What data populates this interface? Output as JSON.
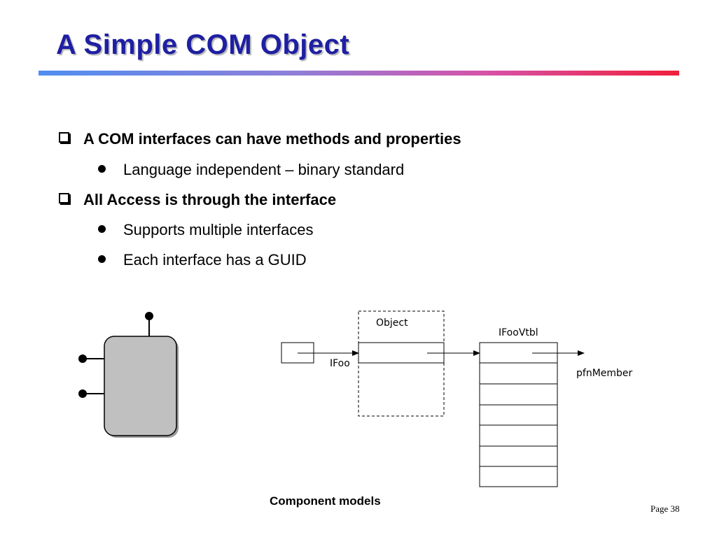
{
  "slide": {
    "title": "A Simple COM Object",
    "bullets": [
      {
        "text": "A COM interfaces can have methods and properties",
        "subitems": [
          "Language independent – binary standard"
        ]
      },
      {
        "text": "All Access is through the interface",
        "subitems": [
          "Supports multiple interfaces",
          "Each interface has a GUID"
        ]
      }
    ],
    "diagram": {
      "object_label": "Object",
      "interface_label": "IFoo",
      "vtable_label": "IFooVtbl",
      "member_label": "pfnMember"
    },
    "caption": "Component models",
    "page_number": "Page 38"
  }
}
